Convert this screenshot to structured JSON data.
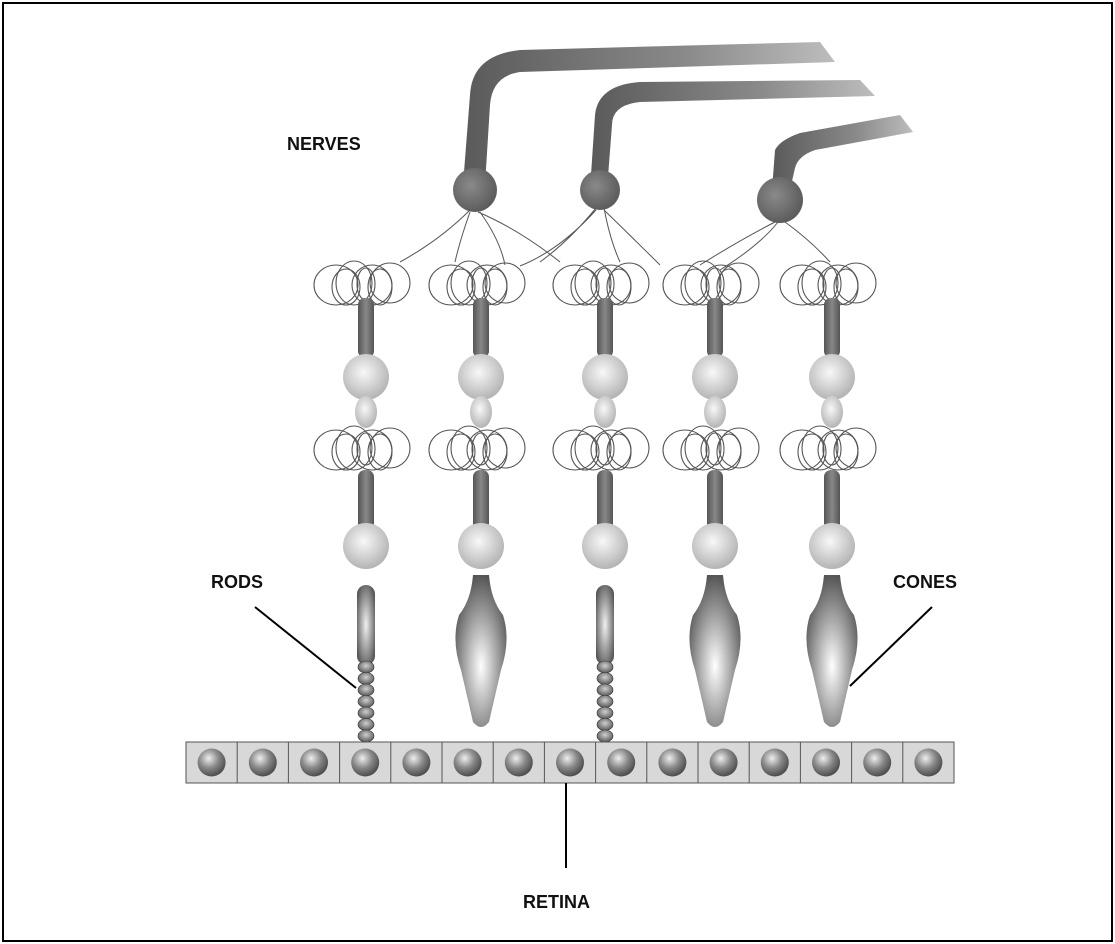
{
  "labels": {
    "nerves": "NERVES",
    "rods": "RODS",
    "cones": "CONES",
    "retina": "RETINA"
  },
  "colors": {
    "axon": "#6e6e6e",
    "soma": "#666666",
    "bipolar_light": "#e4e4e4",
    "retina_cell_bg": "#d8d8d8",
    "outline": "#444444"
  },
  "cells": {
    "columns": [
      "rod",
      "cone",
      "rod",
      "cone",
      "cone"
    ],
    "retina_cell_count": 15,
    "ganglion_count": 3
  }
}
